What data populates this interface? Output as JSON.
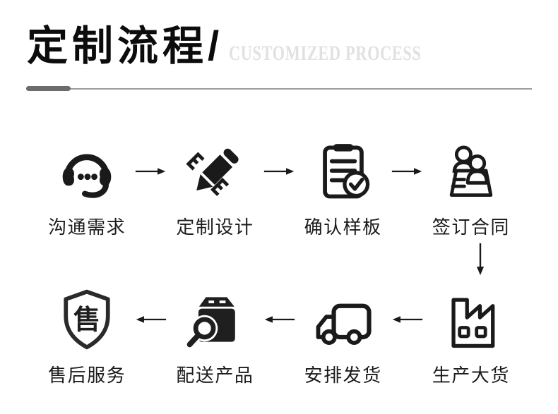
{
  "header": {
    "title": "定制流程/",
    "subtitle": "CUSTOMIZED PROCESS"
  },
  "colors": {
    "ink": "#1a1a1a",
    "label_text": "#1c1c1c",
    "subtitle_gray": "#e1e1e1",
    "divider_gray": "#9d9d9d",
    "divider_accent": "#6c6c6c",
    "background": "#ffffff"
  },
  "flow": {
    "row1": [
      {
        "label": "沟通需求",
        "icon": "headset-icon"
      },
      {
        "label": "定制设计",
        "icon": "design-pencil-icon"
      },
      {
        "label": "确认样板",
        "icon": "clipboard-check-icon"
      },
      {
        "label": "签订合同",
        "icon": "contract-sign-icon"
      }
    ],
    "row2": [
      {
        "label": "售后服务",
        "icon": "after-sales-shield-icon"
      },
      {
        "label": "配送产品",
        "icon": "package-inspect-icon"
      },
      {
        "label": "安排发货",
        "icon": "delivery-truck-icon"
      },
      {
        "label": "生产大货",
        "icon": "factory-icon"
      }
    ],
    "row1_arrow_direction": "right",
    "row2_arrow_direction": "left",
    "connector_direction": "down",
    "shield_glyph": "售"
  }
}
